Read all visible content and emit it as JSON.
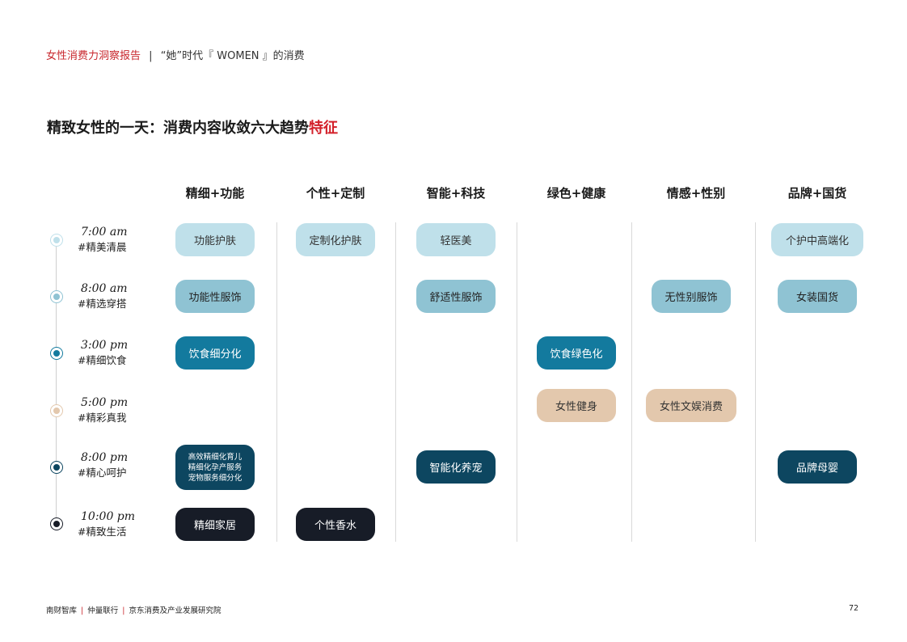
{
  "header": {
    "brand": "女性消费力洞察报告",
    "separator": "|",
    "subtitle": "“她”时代『 WOMEN 』的消费"
  },
  "title": {
    "main": "精致女性的一天：消费内容收敛六大趋势",
    "highlight": "特征"
  },
  "columns": [
    "精细+功能",
    "个性+定制",
    "智能+科技",
    "绿色+健康",
    "情感+性别",
    "品牌+国货"
  ],
  "timeline": [
    {
      "time": "7:00 am",
      "tag": "#精美清晨",
      "color": "#bfe0ea"
    },
    {
      "time": "8:00 am",
      "tag": "#精选穿搭",
      "color": "#8fc3d3"
    },
    {
      "time": "3:00 pm",
      "tag": "#精细饮食",
      "color": "#137a9e"
    },
    {
      "time": "5:00 pm",
      "tag": "#精彩真我",
      "color": "#e3c8ad"
    },
    {
      "time": "8:00 pm",
      "tag": "#精心呵护",
      "color": "#0d4660"
    },
    {
      "time": "10:00 pm",
      "tag": "#精致生活",
      "color": "#171c27"
    }
  ],
  "cells": {
    "r0": {
      "c0": "功能护肤",
      "c1": "定制化护肤",
      "c2": "轻医美",
      "c5": "个护中高端化"
    },
    "r1": {
      "c0": "功能性服饰",
      "c2": "舒适性服饰",
      "c4": "无性别服饰",
      "c5": "女装国货"
    },
    "r2": {
      "c0": "饮食细分化",
      "c3": "饮食绿色化"
    },
    "r3": {
      "c3": "女性健身",
      "c4": "女性文娱消费"
    },
    "r4": {
      "c0_lines": [
        "高效精细化育儿",
        "精细化孕产服务",
        "宠物服务细分化"
      ],
      "c2": "智能化养宠",
      "c5": "品牌母婴"
    },
    "r5": {
      "c0": "精细家居",
      "c1": "个性香水"
    }
  },
  "footer": {
    "org1": "南财智库",
    "org2": "仲量联行",
    "org3": "京东消费及产业发展研究院",
    "sep": "|",
    "page": "72"
  }
}
